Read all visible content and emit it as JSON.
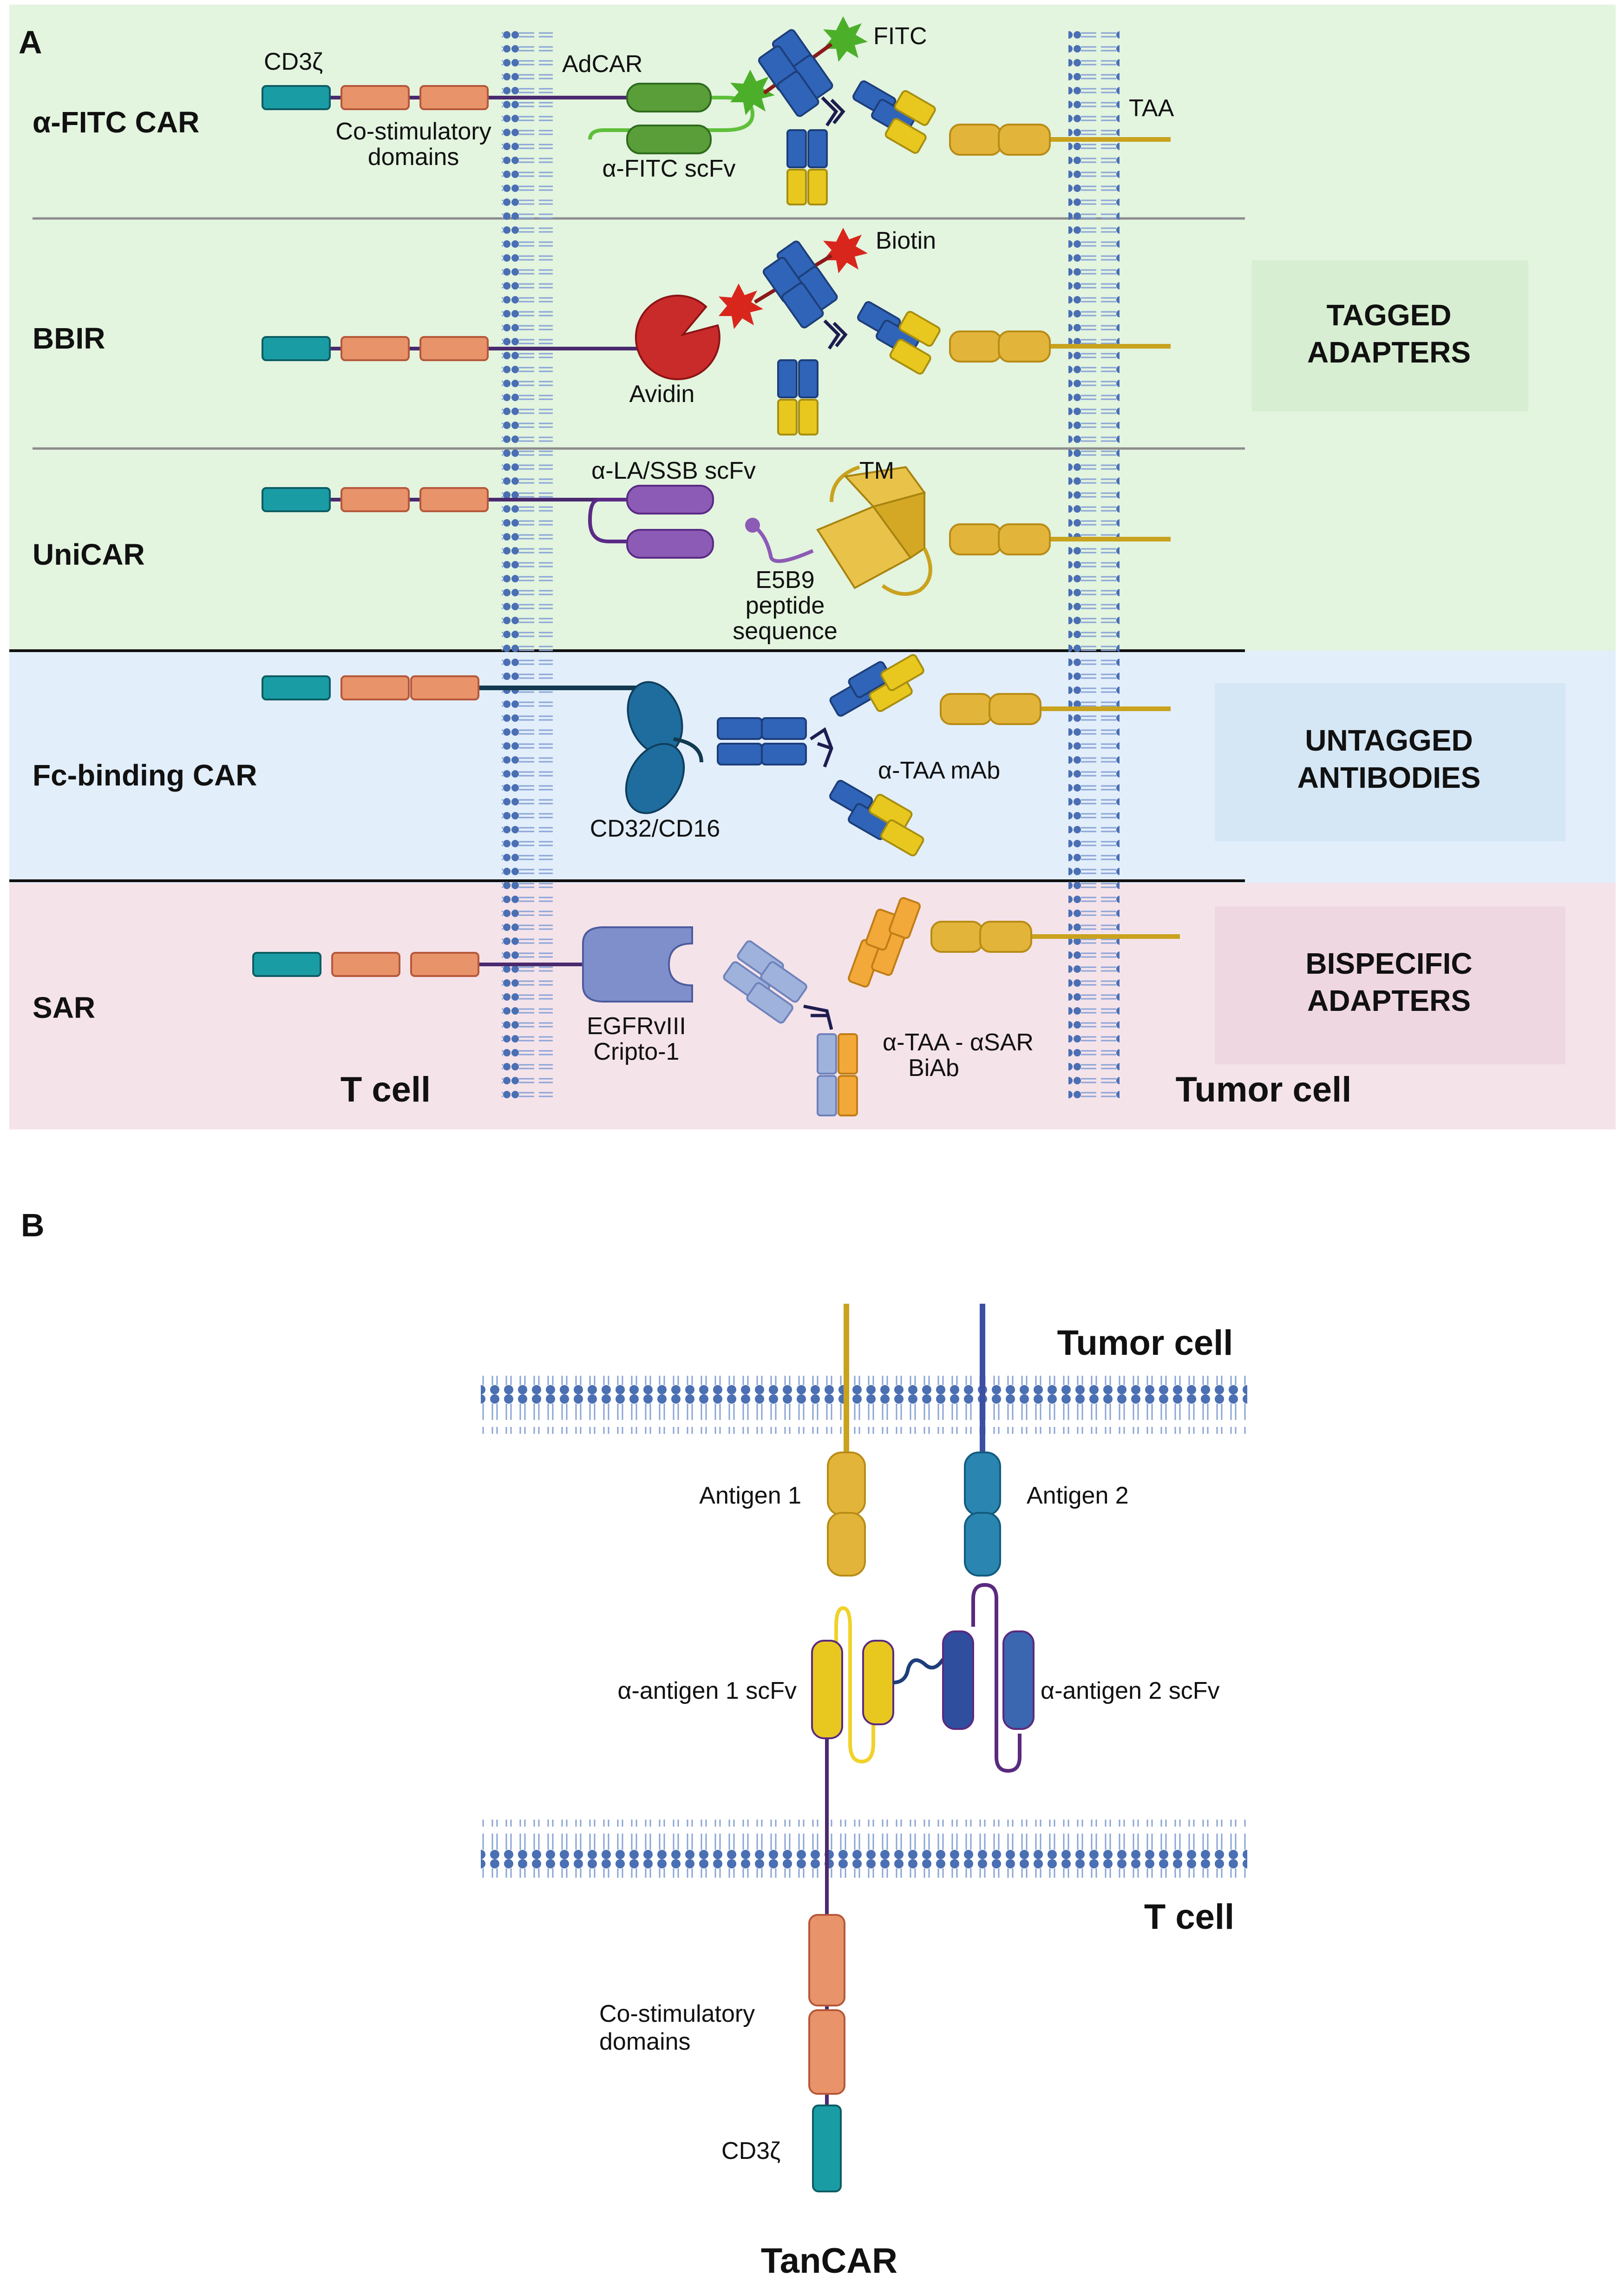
{
  "panel_a": {
    "label": "A",
    "rows": {
      "fitc": {
        "title": "α-FITC CAR",
        "cd3z": "CD3ζ",
        "costim_1": "Co-stimulatory",
        "costim_2": "domains",
        "adcar": "AdCAR",
        "fitc": "FITC",
        "scfv": "α-FITC scFv",
        "taa": "TAA"
      },
      "bbir": {
        "title": "BBIR",
        "biotin": "Biotin",
        "avidin": "Avidin"
      },
      "unicar": {
        "title": "UniCAR",
        "scfv": "α-LA/SSB scFv",
        "tm": "TM",
        "peptide_1": "E5B9",
        "peptide_2": "peptide",
        "peptide_3": "sequence"
      },
      "fc": {
        "title": "Fc-binding CAR",
        "receptor": "CD32/CD16",
        "mab": "α-TAA mAb"
      },
      "sar": {
        "title": "SAR",
        "target_1": "EGFRvIII",
        "target_2": "Cripto-1",
        "biab_1": "α-TAA - αSAR",
        "biab_2": "BiAb"
      }
    },
    "categories": {
      "tagged_1": "TAGGED",
      "tagged_2": "ADAPTERS",
      "untagged_1": "UNTAGGED",
      "untagged_2": "ANTIBODIES",
      "bispecific_1": "BISPECIFIC",
      "bispecific_2": "ADAPTERS"
    },
    "t_cell": "T cell",
    "tumor_cell": "Tumor cell",
    "colors": {
      "tagged_bg": "#e3f4df",
      "untagged_bg": "#e2eefa",
      "bispecific_bg": "#f5e3ea"
    }
  },
  "panel_b": {
    "label": "B",
    "tumor_cell": "Tumor cell",
    "t_cell": "T cell",
    "antigen_1": "Antigen 1",
    "antigen_2": "Antigen 2",
    "scfv_1": "α-antigen 1 scFv",
    "scfv_2": "α-antigen 2 scFv",
    "costim_1": "Co-stimulatory",
    "costim_2": "domains",
    "cd3z": "CD3ζ",
    "title": "TanCAR"
  }
}
